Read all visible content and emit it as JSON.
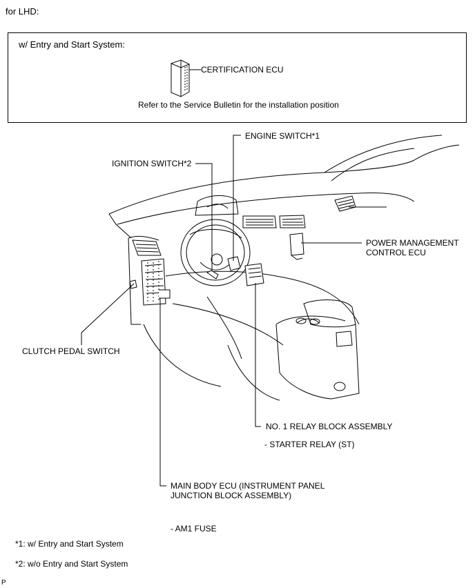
{
  "header": {
    "title": "for LHD:"
  },
  "inset": {
    "heading": "w/ Entry and Start System:",
    "component_label": "CERTIFICATION ECU",
    "note": "Refer to the Service Bulletin for the installation position"
  },
  "labels": {
    "engine_switch": "ENGINE SWITCH*1",
    "ignition_switch": "IGNITION SWITCH*2",
    "power_mgmt_line1": "POWER MANAGEMENT",
    "power_mgmt_line2": "CONTROL ECU",
    "clutch_pedal_switch": "CLUTCH PEDAL SWITCH",
    "relay_block": "NO. 1 RELAY BLOCK ASSEMBLY",
    "starter_relay": "- STARTER RELAY (ST)",
    "main_body_line1": "MAIN BODY ECU (INSTRUMENT PANEL",
    "main_body_line2": "JUNCTION BLOCK ASSEMBLY)",
    "am1_fuse": "- AM1 FUSE"
  },
  "footnotes": {
    "note1": "*1: w/ Entry and Start System",
    "note2": "*2: w/o Entry and Start System"
  },
  "corner_mark": "P"
}
